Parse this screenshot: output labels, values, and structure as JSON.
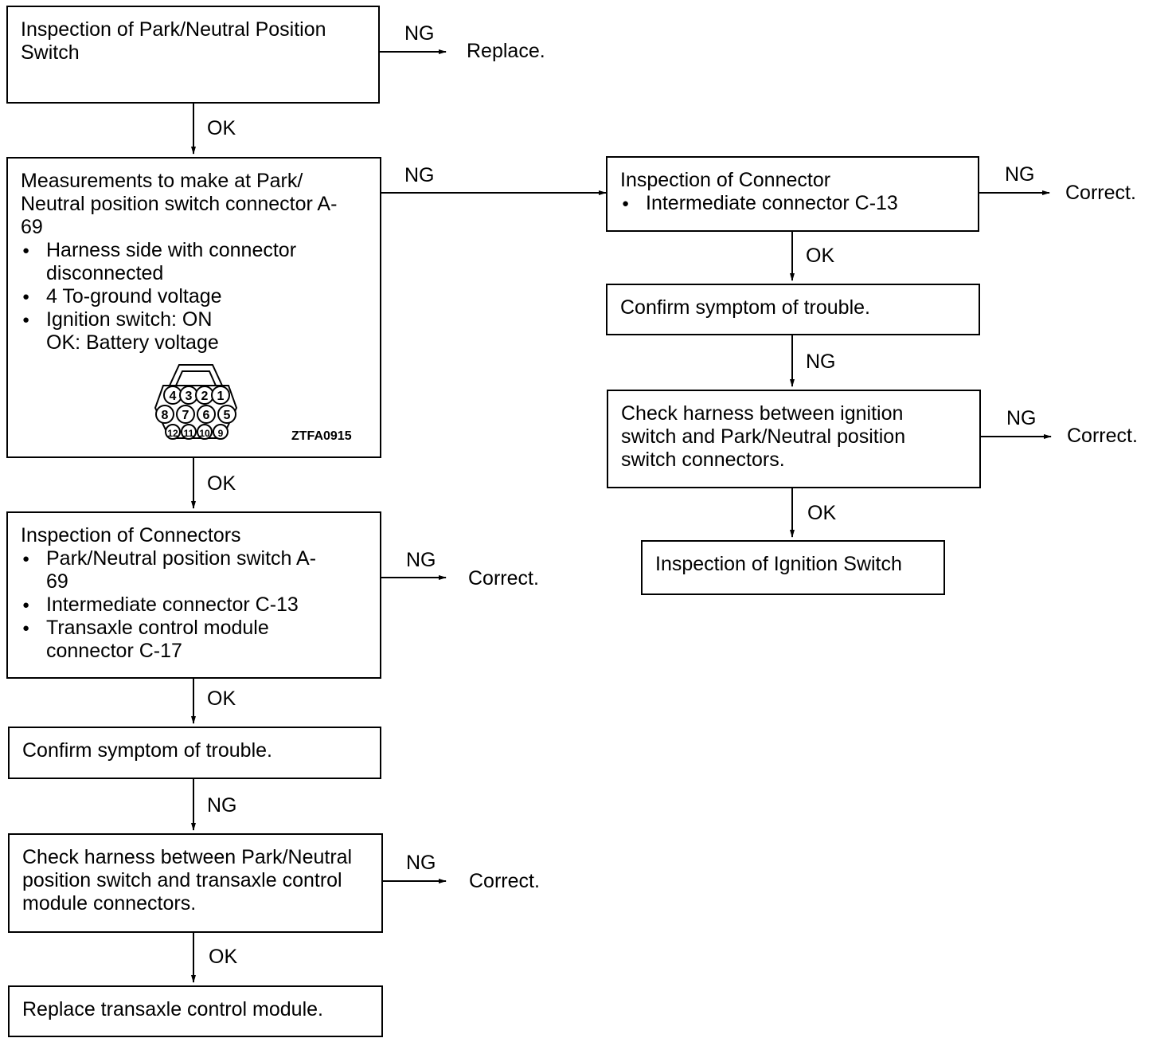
{
  "flowchart": {
    "box1": {
      "title": "Inspection of Park/Neutral Position Switch"
    },
    "box2": {
      "title": "Measurements to make at Park/ Neutral position switch connector A-69",
      "items": [
        "Harness side with connector disconnected",
        "4 To-ground voltage",
        "Ignition switch: ON"
      ],
      "ok_line": "OK: Battery voltage",
      "connector_pins": [
        "4",
        "3",
        "2",
        "1",
        "8",
        "7",
        "6",
        "5",
        "12",
        "11",
        "10",
        "9"
      ],
      "diagram_code": "ZTFA0915"
    },
    "box3": {
      "title": "Inspection of Connectors",
      "items": [
        "Park/Neutral position switch A-69",
        "Intermediate connector C-13",
        "Transaxle control module connector C-17"
      ]
    },
    "box4": {
      "title": "Confirm symptom of trouble."
    },
    "box5": {
      "title": "Check harness between Park/Neutral position switch and transaxle control module connectors."
    },
    "box6": {
      "title": "Replace transaxle control module."
    },
    "box7": {
      "title": "Inspection of Connector",
      "items": [
        "Intermediate connector C-13"
      ]
    },
    "box8": {
      "title": "Confirm symptom of trouble."
    },
    "box9": {
      "title": "Check harness between ignition switch and Park/Neutral position switch connectors."
    },
    "box10": {
      "title": "Inspection of Ignition Switch"
    },
    "labels": {
      "ok": "OK",
      "ng": "NG",
      "replace": "Replace.",
      "correct": "Correct."
    }
  }
}
